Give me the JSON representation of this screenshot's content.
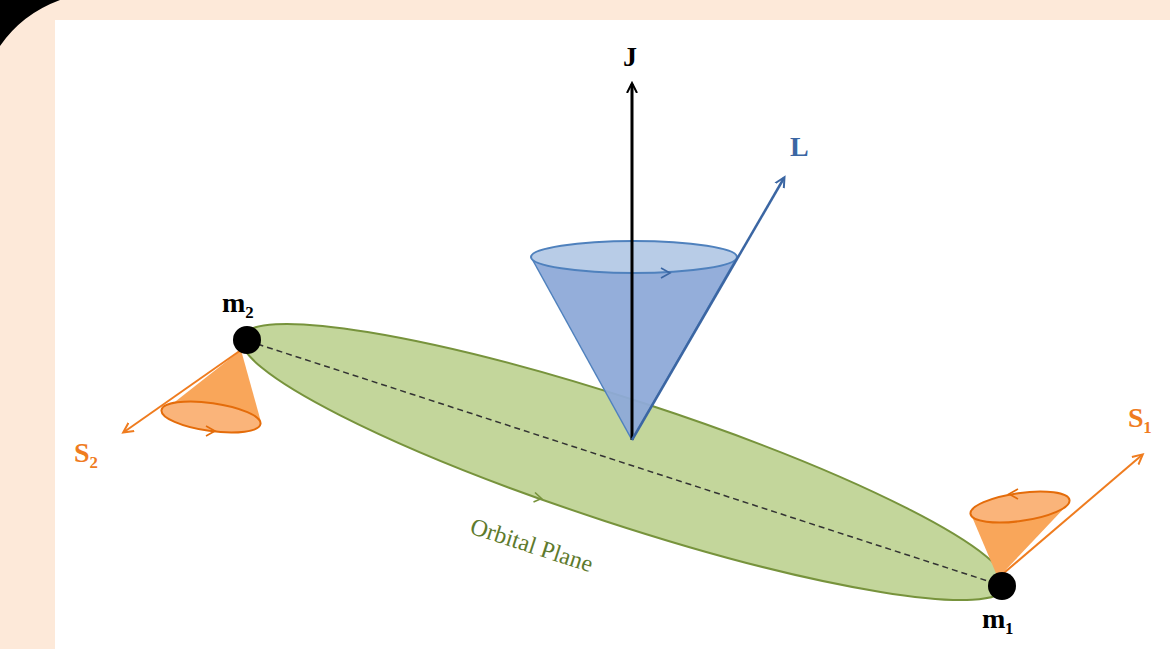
{
  "diagram": {
    "nodes": [
      {
        "text": [
          "Orbital Plane"
        ]
      }
    ],
    "labels": [
      "J",
      "L",
      "m₂",
      "S₂",
      "S₁",
      "m₁"
    ]
  }
}
